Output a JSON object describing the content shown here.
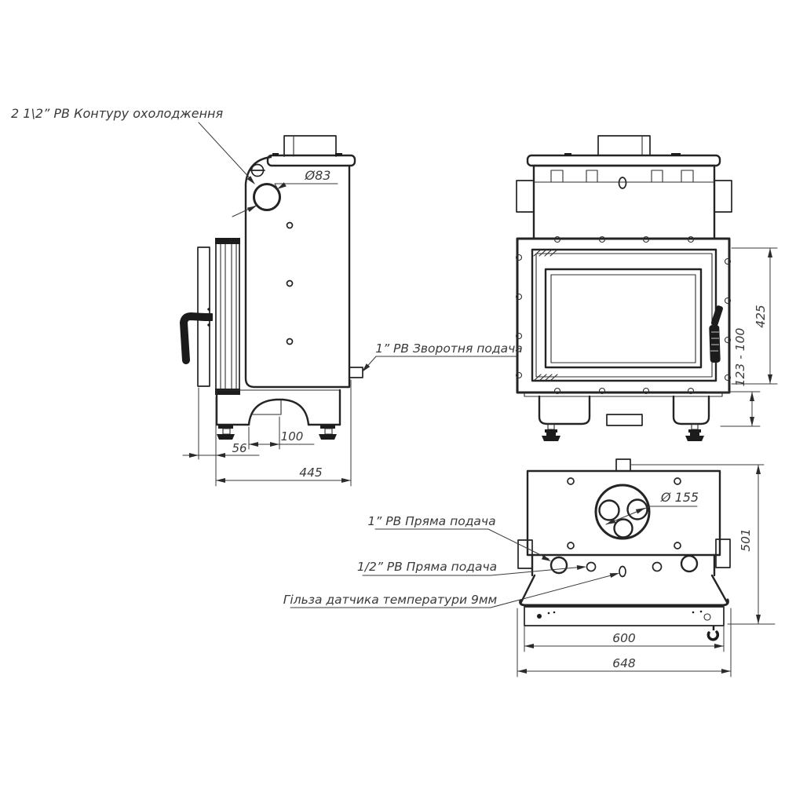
{
  "labels": {
    "cooling_circuit": "2 1\\2” РВ Контуру охолодження",
    "return_supply": "1” РВ Зворотня подача",
    "direct_supply_1in": "1” РВ Пряма подача",
    "direct_supply_half": "1/2” РВ Пряма подача",
    "temp_sensor_sleeve": "Гільза датчика температури 9мм"
  },
  "dimensions": {
    "side_port_diameter": "Ø83",
    "flue_diameter": "Ø 155",
    "door_offset": "56",
    "arch_offset": "100",
    "body_depth": "445",
    "door_height": "425",
    "leg_height_range": "123 - 100",
    "top_depth": "501",
    "base_width": "600",
    "total_width": "648"
  },
  "colors": {
    "line": "#242424",
    "dimension": "#3a3a3a",
    "background": "#ffffff"
  }
}
